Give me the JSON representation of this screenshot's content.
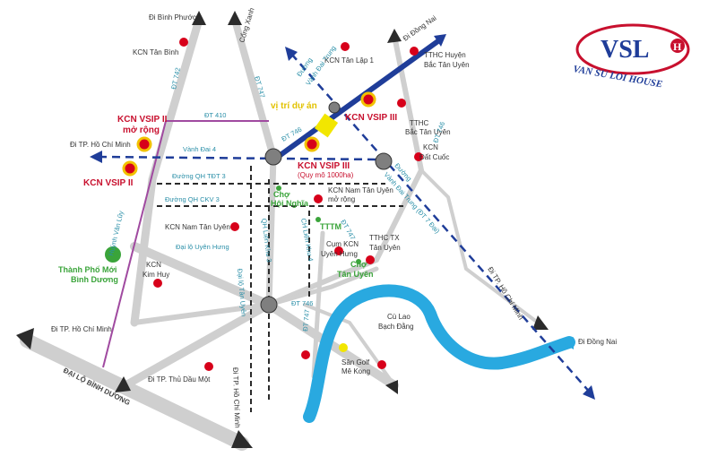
{
  "logo": {
    "mark": "VSL",
    "badge": "H",
    "name": "VAN SU LOI HOUSE"
  },
  "colors": {
    "road": "#cfcfcf",
    "river": "#29a9e0",
    "blue_road": "#1f3d99",
    "dashed": "#1f3d99",
    "kcn": "#d7001a",
    "vsip": "#f2c200",
    "green": "#3aa43a",
    "purple": "#a04aa0"
  },
  "labels": {
    "di_binh_phuoc": "Đi Bình Phước",
    "kcn_tan_binh": "KCN Tân Bình",
    "cong_xanh": "Cổng Xanh",
    "dt742": "ĐT 742",
    "dt747_top": "ĐT 747",
    "kcn_tan_lap": "KCN Tân Lập 1",
    "di_dong_nai_top": "Đi Đồng Nai",
    "tthc_huyen": "TTHC Huyện",
    "bac_tan_uyen": "Bắc Tân Uyên",
    "vi_tri_du_an": "vị trí dự án",
    "kcn_vsip_iii_top": "KCN VSIP III",
    "kcn_vsip_ii_mr_1": "KCN VSIP II",
    "kcn_vsip_ii_mr_2": "mở rộng",
    "dt410": "ĐT 410",
    "tthc_btu_1": "TTHC",
    "tthc_btu_2": "Bắc Tân Uyên",
    "dt746_right": "ĐT 746",
    "di_tp_hcm_left": "Đi TP. Hồ Chí Minh",
    "vanh_dai_4": "Vành Đai 4",
    "dt746_mid": "ĐT 746",
    "kcn_dat_cuoc_1": "KCN",
    "kcn_dat_cuoc_2": "Đất Cuốc",
    "kcn_vsip_iii_main": "KCN VSIP III",
    "quy_mo": "(Quy mô 1000ha)",
    "kcn_vsip_ii": "KCN VSIP II",
    "duong_qh_tdt3": "Đường QH TĐT 3",
    "duong_qh_ckv3": "Đường QH CKV 3",
    "cho_hoi_nghia_1": "Chợ",
    "cho_hoi_nghia_2": "Hội Nghĩa",
    "kcn_nam_tu_mr_1": "KCN Nam Tân Uyên",
    "kcn_nam_tu_mr_2": "mở rộng",
    "huynh_van_luy": "Huỳnh Văn Lũy",
    "kcn_nam_tan_uyen": "KCN Nam Tân Uyên",
    "tttm": "TTTM",
    "dt747_mid": "ĐT 747",
    "tthc_tx_1": "TTHC TX",
    "tthc_tx_2": "Tân Uyên",
    "dai_lo_uyen_hung": "Đại lộ Uyên Hưng",
    "cum_kcn_1": "Cụm KCN",
    "cum_kcn_2": "Uyên Hưng",
    "cho_tan_uyen_1": "Chợ",
    "cho_tan_uyen_2": "Tân Uyên",
    "tp_moi_1": "Thành Phố Mới",
    "tp_moi_2": "Bình Dương",
    "kcn_kim_huy_1": "KCN",
    "kcn_kim_huy_2": "Kim Huy",
    "qh_lien_khu_3": "QH Liên Khu 3",
    "dai_lo_tan_uyen": "Đại lộ Tân Uyên",
    "ch_lien_khu_4": "CH Liên Khu 4",
    "dt746_low": "ĐT 746",
    "di_tp_hcm_diag": "Đi TP. Hồ Chí Minh",
    "di_tp_hcm_lowleft": "Đi TP. Hồ Chí Minh",
    "cu_lao_1": "Cù Lao",
    "cu_lao_2": "Bạch Đằng",
    "di_dong_nai_right": "Đi Đồng Nai",
    "dt747_low": "ĐT 747",
    "san_golf_1": "Sân Golf",
    "san_golf_2": "Mê Kong",
    "di_tp_tdm": "Đi TP. Thủ Dầu Một",
    "dai_lo_binh_duong": "ĐẠI LỘ BÌNH DƯƠNG",
    "di_tp_hcm_bottom": "Đi TP. Hồ Chí Minh",
    "duong_vanh_dai_tt_1": "Đường",
    "duong_vanh_dai_tt_2": "Vành Đai Trung",
    "duong_vdtt_right_1": "Đường",
    "duong_vdtt_right_2": "Vành Đai Trung (ĐT 7 Đại)"
  }
}
